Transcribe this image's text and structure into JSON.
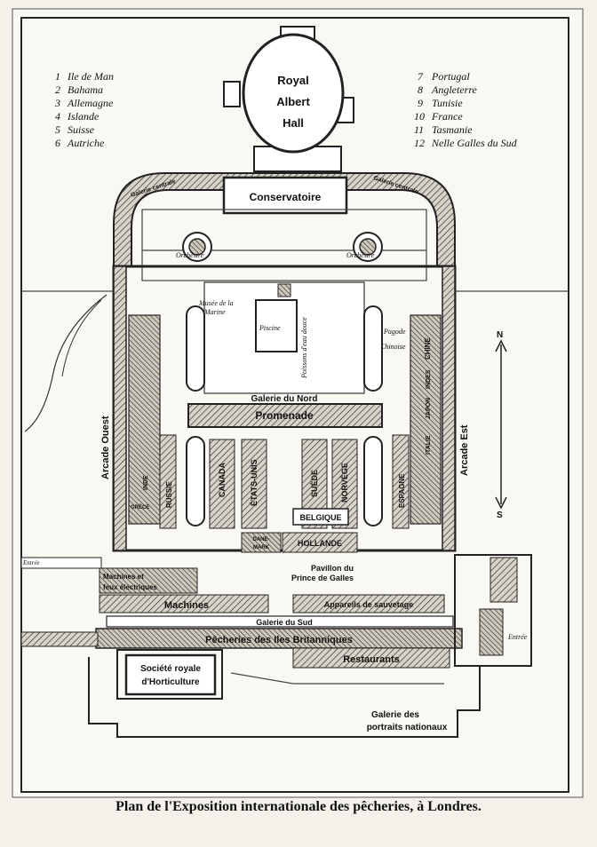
{
  "legend_left": [
    {
      "num": "1",
      "name": "Ile de Man"
    },
    {
      "num": "2",
      "name": "Bahama"
    },
    {
      "num": "3",
      "name": "Allemagne"
    },
    {
      "num": "4",
      "name": "Islande"
    },
    {
      "num": "5",
      "name": "Suisse"
    },
    {
      "num": "6",
      "name": "Autriche"
    }
  ],
  "legend_right": [
    {
      "num": "7",
      "name": "Portugal"
    },
    {
      "num": "8",
      "name": "Angleterre"
    },
    {
      "num": "9",
      "name": "Tunisie"
    },
    {
      "num": "10",
      "name": "France"
    },
    {
      "num": "11",
      "name": "Tasmanie"
    },
    {
      "num": "12",
      "name": "Nelle Galles du Sud"
    }
  ],
  "labels": {
    "royal1": "Royal",
    "royal2": "Albert",
    "royal3": "Hall",
    "conservatoire": "Conservatoire",
    "arc_left": "Galerie centrale",
    "arc_right": "Galerie centrale",
    "orch_left": "Orchestre",
    "orch_right": "Orchestre",
    "musee1": "Musée de la",
    "musee2": "Marine",
    "piscine": "Piscine",
    "poissons": "Poissons d'eau douce",
    "pagode1": "Pagode",
    "pagode2": "Chinoise",
    "galerie_nord": "Galerie du Nord",
    "promenade": "Promenade",
    "arcade_ouest": "Arcade Ouest",
    "arcade_est": "Arcade Est",
    "chine": "CHINE",
    "indes": "INDES",
    "japon": "JAPON",
    "italie": "ITALIE",
    "espagne": "ESPAGNE",
    "canada": "CANADA",
    "etats_unis": "ÉTATS-UNIS",
    "suede": "SUÈDE",
    "norvege": "NORVÈGE",
    "russie": "RUSSIE",
    "inde": "INDE",
    "grece": "GRÈCE",
    "belgique": "BELGIQUE",
    "hollande": "HOLLANDE",
    "danemark1": "DANE-",
    "danemark2": "MARK",
    "pavillon1": "Pavillon du",
    "pavillon2": "Prince de Galles",
    "machines_elec1": "Machines et",
    "machines_elec2": "feux électriques",
    "machines": "Machines",
    "sauvetage": "Appareils de sauvetage",
    "galerie_sud": "Galerie du Sud",
    "pecheries": "Pêcheries des Iles Britanniques",
    "restaurants": "Restaurants",
    "horti1": "Société royale",
    "horti2": "d'Horticulture",
    "portraits1": "Galerie des",
    "portraits2": "portraits nationaux",
    "entree_left": "Entrée",
    "entree_right": "Entrée",
    "compass_n": "N",
    "compass_s": "S"
  },
  "caption": "Plan de l'Exposition internationale des pêcheries, à Londres."
}
